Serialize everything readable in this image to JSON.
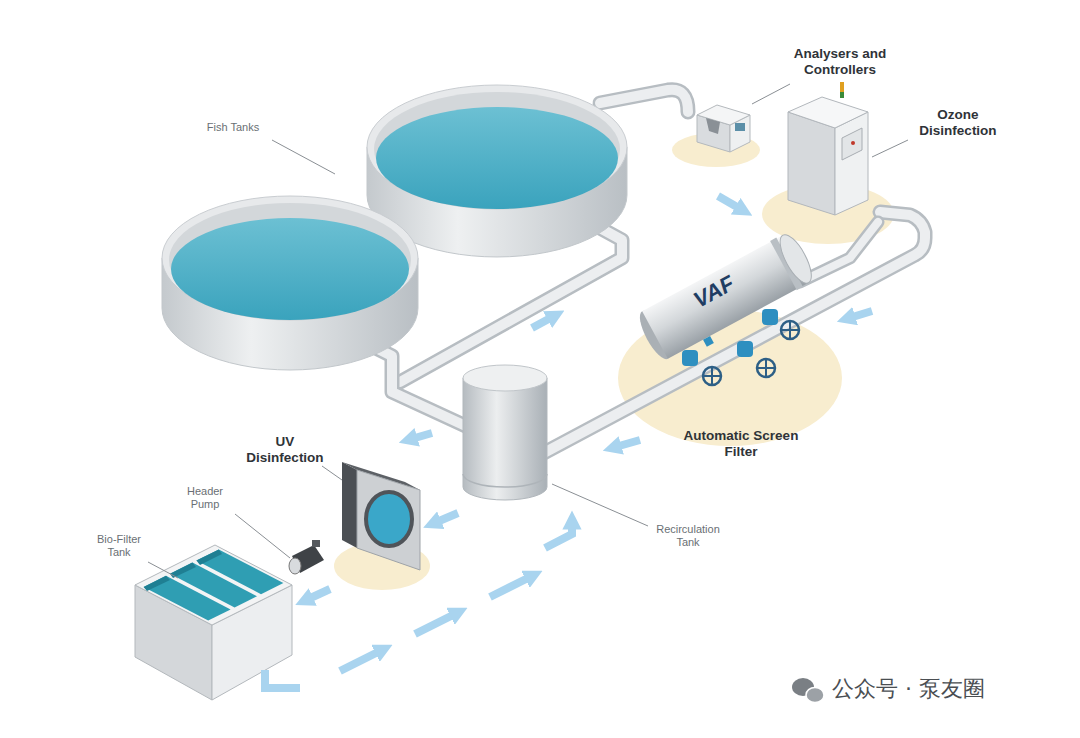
{
  "diagram": {
    "nodes": [
      {
        "text": [
          "VAF"
        ]
      }
    ],
    "labels": [
      "Analysers and Controllers",
      "Ozone Disinfection",
      "Fish Tanks",
      "Automatic Screen Filter",
      "UV Disinfection",
      "Header Pump",
      "Bio-Filter Tank",
      "Recirculation Tank",
      "公众号 · 泵友圈"
    ]
  }
}
